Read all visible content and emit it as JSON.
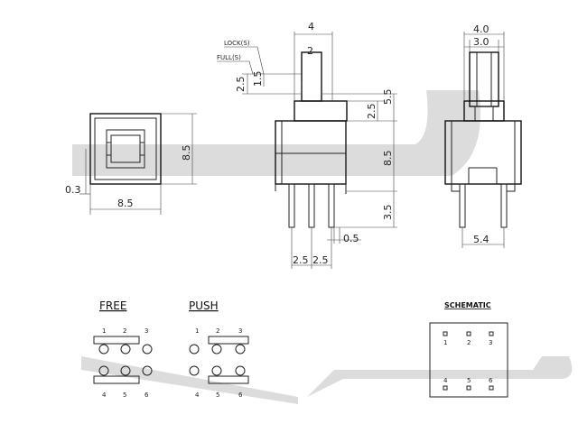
{
  "front_view": {
    "dim_width": "8.5",
    "dim_height": "8.5",
    "dim_offset": "0.3"
  },
  "side_view": {
    "dim_top": "4",
    "dim_two": "2",
    "dim_lock_travel": "1.5",
    "dim_full_travel": "2.5",
    "dim_plunger": "5.5",
    "dim_collar": "2.5",
    "dim_body": "8.5",
    "dim_pin_len": "3.5",
    "dim_pin_w": "0.5",
    "dim_pitch_1": "2.5",
    "dim_pitch_2": "2.5",
    "label_lock": "LOCK(S)",
    "label_full": "FULL(S)"
  },
  "end_view": {
    "dim_outer": "4.0",
    "dim_inner": "3.0",
    "dim_pin_span": "5.4"
  },
  "free": {
    "title": "FREE",
    "top_pins": [
      "1",
      "2",
      "3"
    ],
    "bottom_pins": [
      "4",
      "5",
      "6"
    ]
  },
  "push": {
    "title": "PUSH",
    "top_pins": [
      "1",
      "2",
      "3"
    ],
    "bottom_pins": [
      "4",
      "5",
      "6"
    ]
  },
  "schematic": {
    "title": "SCHEMATIC",
    "top_pins": [
      "1",
      "2",
      "3"
    ],
    "bottom_pins": [
      "4",
      "5",
      "6"
    ]
  },
  "colors": {
    "line": "#222222",
    "watermark": "#d9d9d9",
    "background": "#ffffff"
  }
}
